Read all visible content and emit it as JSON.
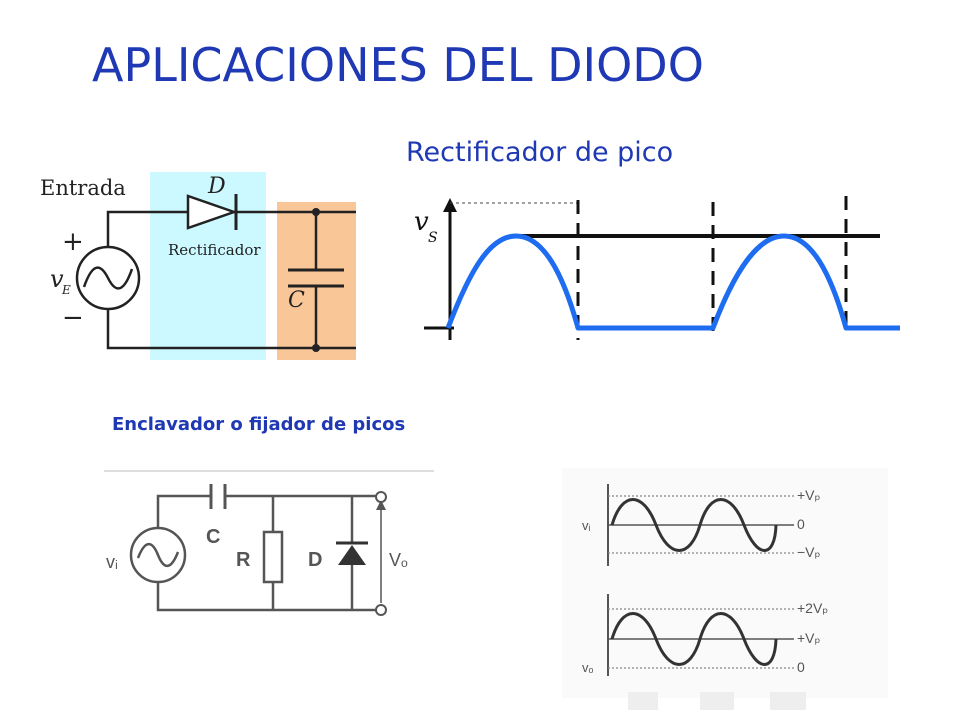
{
  "title": "APLICACIONES DEL DIODO",
  "peak_rectifier": {
    "heading": "Rectificador de pico",
    "input_label": "Entrada",
    "diode_label": "D",
    "rectifier_label": "Rectificador",
    "capacitor_label": "C",
    "plus_sign": "+",
    "minus_sign": "−",
    "source_var": "v",
    "source_sub": "E",
    "output_var": "v",
    "output_sub": "S",
    "colors": {
      "rectifier_box": "#ccf9ff",
      "capacitor_box": "#f9c697",
      "waveform": "#1e6cf0",
      "title": "#1f38b4"
    }
  },
  "clamper": {
    "heading": "Enclavador o fijador de picos",
    "source_label": "vᵢ",
    "capacitor_label": "C",
    "resistor_label": "R",
    "diode_label": "D",
    "output_label": "Vₒ",
    "input_wave": {
      "label": "vᵢ",
      "levels": [
        "+Vₚ",
        "0",
        "−Vₚ"
      ]
    },
    "output_wave": {
      "label": "vₒ",
      "levels": [
        "+2Vₚ",
        "+Vₚ",
        "0"
      ]
    }
  }
}
